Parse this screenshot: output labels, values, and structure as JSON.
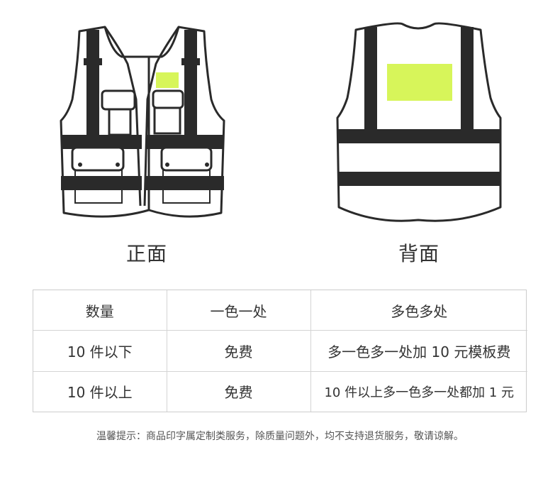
{
  "captions": {
    "front": "正面",
    "back": "背面"
  },
  "colors": {
    "vest": "#ffffff",
    "stripe": "#2a2a2a",
    "patch": "#d7f55a"
  },
  "table": {
    "headers": [
      "数量",
      "一色一处",
      "多色多处"
    ],
    "rows": [
      [
        "10 件以下",
        "免费",
        "多一色多一处加 10 元模板费"
      ],
      [
        "10 件以上",
        "免费",
        "10 件以上多一色多一处都加 1 元"
      ]
    ]
  },
  "note": "温馨提示：商品印字属定制类服务，除质量问题外，均不支持退货服务，敬请谅解。"
}
